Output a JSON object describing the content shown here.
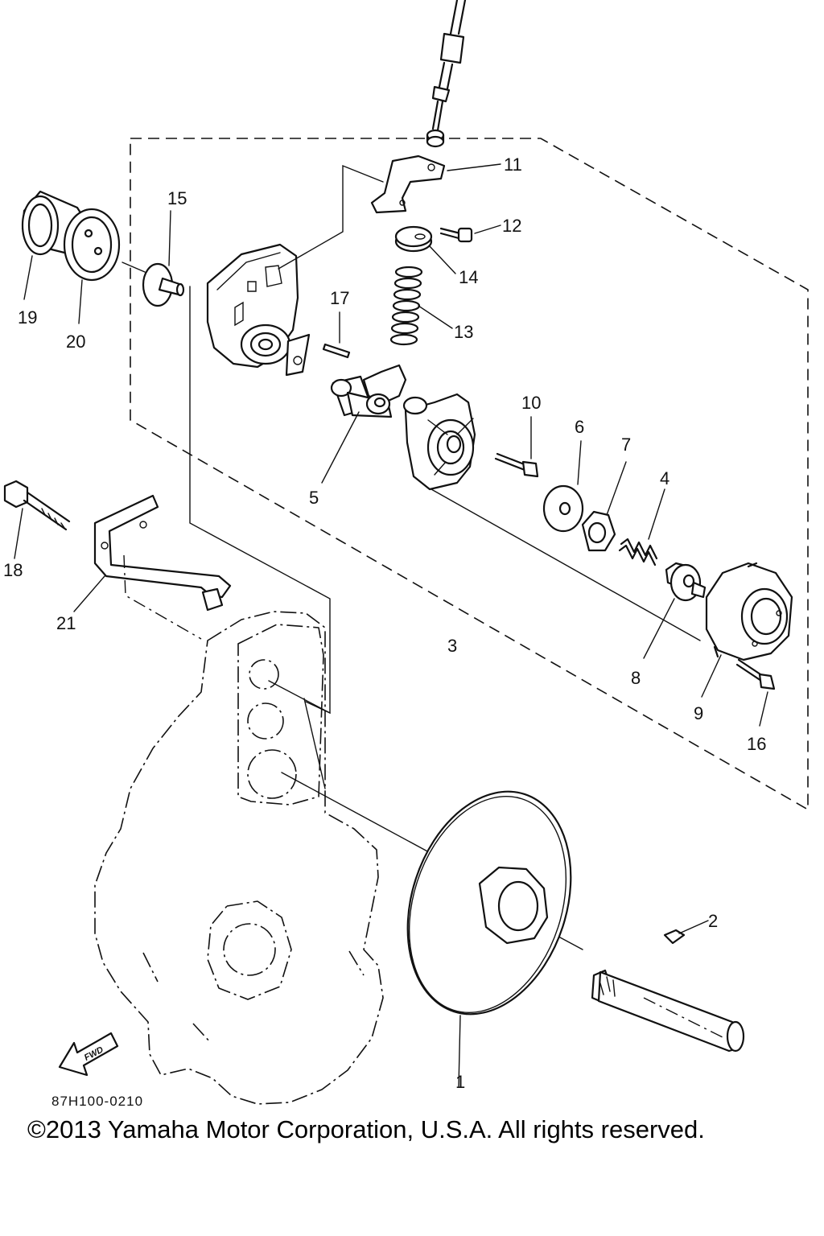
{
  "diagram": {
    "part_labels": {
      "p1": "1",
      "p2": "2",
      "p3": "3",
      "p4": "4",
      "p5": "5",
      "p6": "6",
      "p7": "7",
      "p8": "8",
      "p9": "9",
      "p10": "10",
      "p11": "11",
      "p12": "12",
      "p13": "13",
      "p14": "14",
      "p15": "15",
      "p16": "16",
      "p17": "17",
      "p18": "18",
      "p19": "19",
      "p20": "20",
      "p21": "21"
    },
    "direction_arrow": "FWD",
    "drawing_code": "87H100-0210",
    "copyright": "©2013 Yamaha Motor Corporation, U.S.A. All rights reserved."
  }
}
